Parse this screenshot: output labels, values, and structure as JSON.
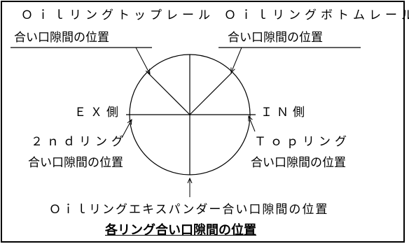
{
  "diagram": {
    "top_left_label_line1": "Ｏｉｌリングトップレール",
    "top_left_label_line2": "合い口隙間の位置",
    "top_right_label_line1": "Ｏｉｌリングボトムレール",
    "top_right_label_line2": "合い口隙間の位置",
    "ex_side_label": "ＥＸ側",
    "in_side_label": "ＩＮ側",
    "second_ring_label_line1": "２ｎｄリング",
    "second_ring_label_line2": "合い口隙間の位置",
    "top_ring_label_line1": "Ｔｏｐリング",
    "top_ring_label_line2": "合い口隙間の位置",
    "expander_label": "Ｏｉｌリングエキスパンダー合い口隙間の位置",
    "caption": "各リング合い口隙間の位置",
    "colors": {
      "line": "#000000",
      "background": "#ffffff"
    }
  }
}
